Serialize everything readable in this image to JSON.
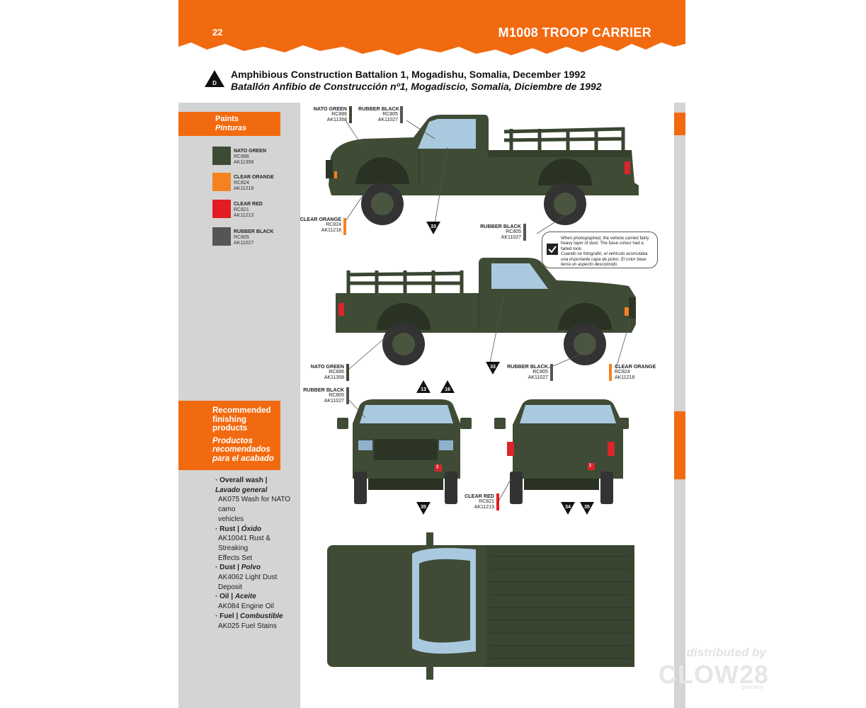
{
  "header": {
    "page_number": "22",
    "title": "M1008 TROOP CARRIER"
  },
  "subtitle": {
    "marker": "D",
    "english": "Amphibious Construction Battalion 1, Mogadishu, Somalia, December 1992",
    "spanish": "Batallón Anfibio de Construcción nº1, Mogadiscio, Somalia, Diciembre de 1992"
  },
  "paints": {
    "heading": "Paints",
    "heading_es": "Pinturas",
    "items": [
      {
        "name": "NATO GREEN",
        "code1": "RC886",
        "code2": "AK11358",
        "color": "#3d4a36"
      },
      {
        "name": "CLEAR ORANGE",
        "code1": "RC824",
        "code2": "AK11218",
        "color": "#f5821f"
      },
      {
        "name": "CLEAR RED",
        "code1": "RC821",
        "code2": "AK11213",
        "color": "#e31b23"
      },
      {
        "name": "RUBBER BLACK",
        "code1": "RC805",
        "code2": "AK11027",
        "color": "#555555"
      }
    ]
  },
  "finishing": {
    "heading": [
      "Recommended",
      "finishing",
      "products"
    ],
    "heading_es": [
      "Productos",
      "recomendados",
      "para el acabado"
    ],
    "items": [
      {
        "title": "Overall wash",
        "title_es": "Lavado general",
        "detail": [
          "AK075 Wash for NATO camo",
          "vehicles"
        ]
      },
      {
        "title": "Rust",
        "title_es": "Óxido",
        "detail": [
          "AK10041 Rust & Streaking",
          "Effects Set"
        ]
      },
      {
        "title": "Dust",
        "title_es": "Polvo",
        "detail": [
          "AK4062 Light Dust Deposit"
        ]
      },
      {
        "title": "Oil",
        "title_es": "Aceite",
        "detail": [
          "AK084 Engine Oil"
        ]
      },
      {
        "title": "Fuel",
        "title_es": "Combustible",
        "detail": [
          "AK025 Fuel Stains"
        ]
      }
    ]
  },
  "callouts": {
    "top_nato": {
      "name": "NATO GREEN",
      "c1": "RC886",
      "c2": "AK11358"
    },
    "top_rubber": {
      "name": "RUBBER BLACK",
      "c1": "RC805",
      "c2": "AK11027"
    },
    "top_orange": {
      "name": "CLEAR ORANGE",
      "c1": "RC824",
      "c2": "AK11218"
    },
    "top_rubber2": {
      "name": "RUBBER BLACK",
      "c1": "RC805",
      "c2": "AK11027"
    },
    "mid_nato": {
      "name": "NATO GREEN",
      "c1": "RC886",
      "c2": "AK11358"
    },
    "mid_rubber": {
      "name": "RUBBER BLACK",
      "c1": "RC805",
      "c2": "AK11027"
    },
    "mid_orange": {
      "name": "CLEAR ORANGE",
      "c1": "RC824",
      "c2": "AK11218"
    },
    "front_rubber": {
      "name": "RUBBER BLACK",
      "c1": "RC805",
      "c2": "AK11027"
    },
    "rear_red": {
      "name": "CLEAR RED",
      "c1": "RC821",
      "c2": "AK11213"
    }
  },
  "note": {
    "en": "When photographed, the vehicle carried fairly heavy layer of dust. The base colour had a faded look.",
    "es": "Cuando se fotografió, el vehículo acumulaba una importante capa de polvo. El color base tenía un aspecto descolorido."
  },
  "decals": {
    "side1": "33",
    "side2": "33",
    "front_a": "13",
    "front_b": "16",
    "front_c": "35",
    "rear_a": "34",
    "rear_b": "35",
    "plate_front": "1",
    "plate_rear": "1"
  },
  "watermark": {
    "line1": "distributed by",
    "line2": "CLOW28",
    "line3": "germany"
  },
  "colors": {
    "accent": "#f26a10",
    "vehicle": "#3f4b35",
    "vehicle_dark": "#2f3928",
    "glass": "#a9c9de"
  }
}
